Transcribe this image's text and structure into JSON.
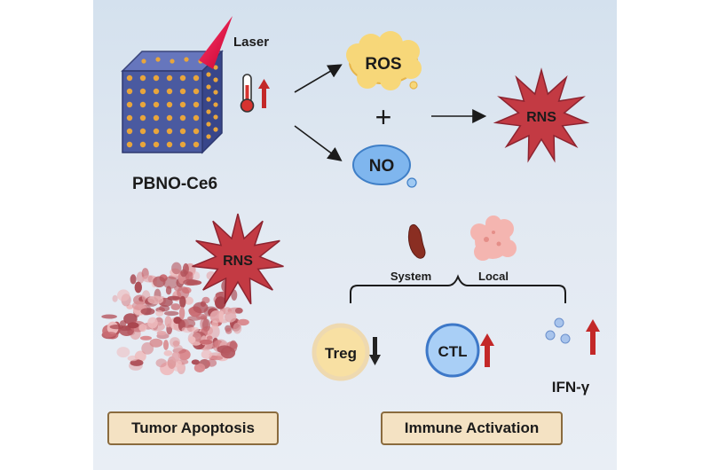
{
  "diagram": {
    "laser_label": "Laser",
    "particle_label": "PBNO-Ce6",
    "ros_label": "ROS",
    "plus_label": "+",
    "no_label": "NO",
    "rns_label_top": "RNS",
    "rns_label_bottom": "RNS",
    "system_label": "System",
    "local_label": "Local",
    "treg_label": "Treg",
    "ctl_label": "CTL",
    "ifn_label": "IFN-γ",
    "tumor_box_label": "Tumor Apoptosis",
    "immune_box_label": "Immune Activation"
  },
  "colors": {
    "cube": "#4a5aa0",
    "dots": "#e8a53c",
    "ros": "#f7d779",
    "no": "#7fb6ee",
    "rns": "#c33a43",
    "up_arrow": "#c32828",
    "box_fill": "#f4e2c3"
  }
}
